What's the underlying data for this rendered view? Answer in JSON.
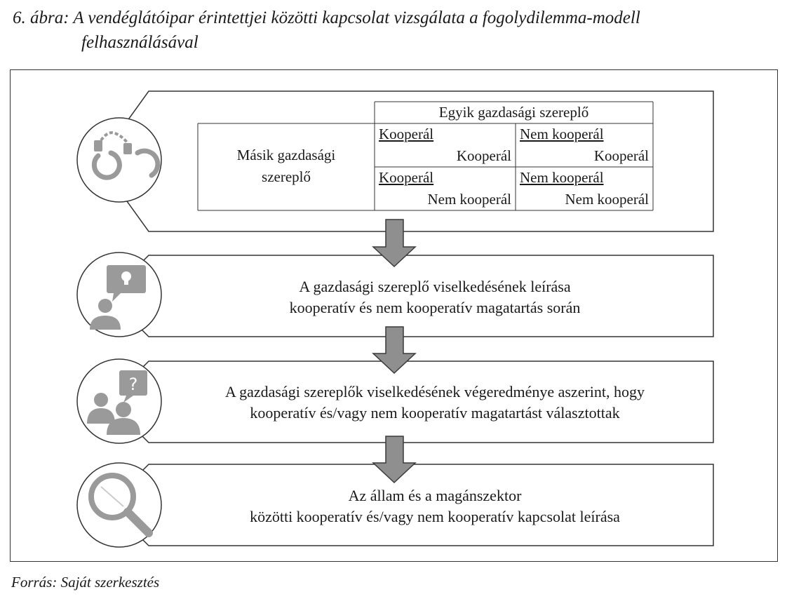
{
  "figure": {
    "title_line1": "6. ábra: A vendéglátóipar érintettjei közötti kapcsolat vizsgálata a fogolydilemma-modell",
    "title_line2": "felhasználásával",
    "source": "Forrás: Saját szerkesztés"
  },
  "matrix": {
    "column_header": "Egyik gazdasági szereplő",
    "row_header_line1": "Másik gazdasági",
    "row_header_line2": "szereplő",
    "cells": [
      {
        "top": "Kooperál",
        "bottom": "Kooperál"
      },
      {
        "top": "Nem kooperál",
        "bottom": "Kooperál"
      },
      {
        "top": "Kooperál",
        "bottom": "Nem kooperál"
      },
      {
        "top": "Nem kooperál",
        "bottom": "Nem kooperál"
      }
    ]
  },
  "steps": [
    {
      "icon": "handcuffs-icon",
      "line1": "",
      "line2": ""
    },
    {
      "icon": "person-idea-icon",
      "line1": "A gazdasági szereplő viselkedésének leírása",
      "line2": "kooperatív és nem kooperatív magatartás során"
    },
    {
      "icon": "people-question-icon",
      "line1": "A gazdasági szereplők viselkedésének végeredménye aszerint, hogy",
      "line2": "kooperatív és/vagy nem kooperatív magatartást választottak"
    },
    {
      "icon": "magnifier-icon",
      "line1": "Az állam és a magánszektor",
      "line2": "közötti kooperatív és/vagy nem kooperatív kapcsolat leírása"
    }
  ],
  "colors": {
    "arrow_fill": "#8f8f8f",
    "arrow_stroke": "#3a3a3a",
    "icon_gray": "#9a9a9a",
    "line": "#333333"
  }
}
